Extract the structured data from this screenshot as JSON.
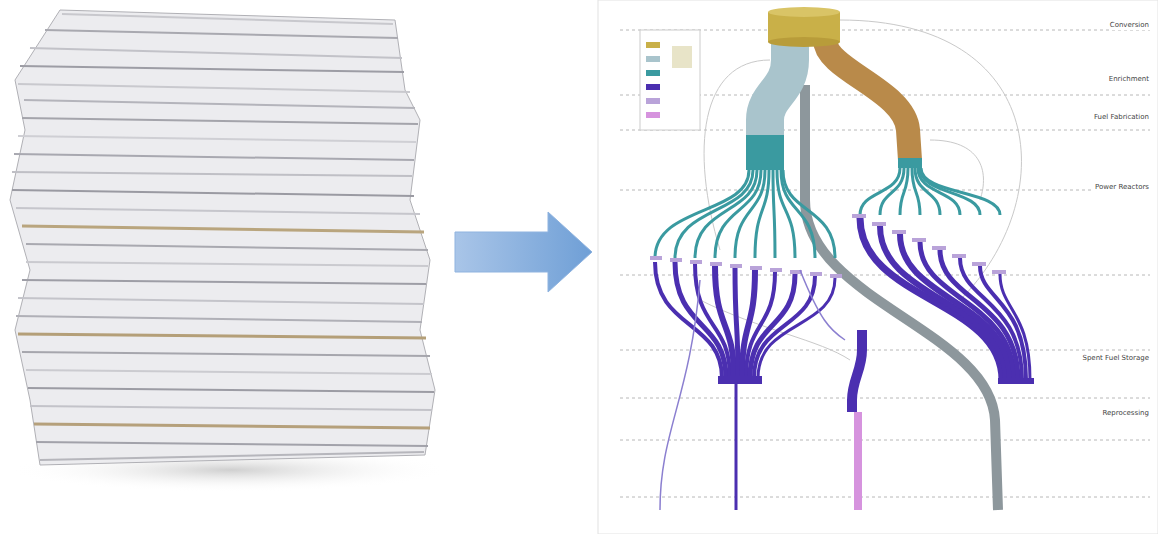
{
  "diagram": {
    "labels": [
      "Conversion",
      "Enrichment",
      "Fuel Fabrication",
      "Power Reactors",
      "Spent Fuel Storage",
      "Reprocessing"
    ]
  }
}
